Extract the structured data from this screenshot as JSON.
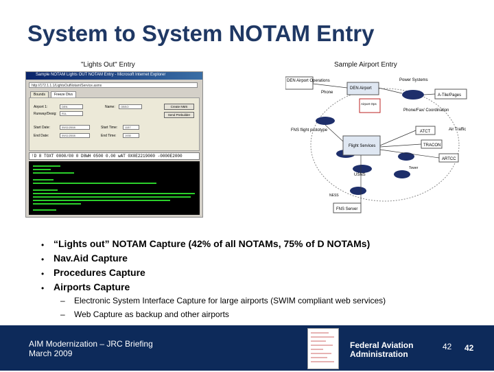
{
  "slide": {
    "title": "System to System NOTAM Entry",
    "caption_left": "\"Lights Out\" Entry",
    "caption_right": "Sample Airport Entry"
  },
  "screenshot": {
    "window_title": "Sample NOTAM Lights OUT NOTAM Entry - Microsoft Internet Explorer",
    "url": "http://172.1.1.1/LightsOutNotam/Service.asmx",
    "tabs": [
      "Bounds",
      "Freeze Dtvs"
    ],
    "form": {
      "airport_label": "Airport 1:",
      "airport_value": "DEN",
      "name_label": "Name:",
      "name_value": "OBSO",
      "runway_label": "Runway/Desig:",
      "runway_value": "R1L",
      "start_date_label": "Start Date:",
      "start_date_value": "09/11/2008",
      "start_time_label": "Start Time:",
      "start_time_value": "1157",
      "end_date_label": "End Date:",
      "end_date_value": "09/11/2008",
      "end_time_label": "End Time:",
      "end_time_value": "1930",
      "button1": "Create NMS",
      "button2": "Send Prebuilder"
    },
    "notam_text": "!D  8 TOXT 0000/00 0 D8WH 0500 0.00 wAT 0X0E2219000 -0000E2000"
  },
  "diagram": {
    "nodes": {
      "den_ops": "DEN Airport Operations",
      "phone": "Phone",
      "den_airport": "DEN Airport",
      "power_systems": "Power Systems",
      "a_tile_pages": "A-Tile/Pages",
      "airport_ops": "Airport Ops",
      "phone_fax": "Phone/Fax/ Coordination",
      "fns_proto": "FNS flight prototype",
      "atct": "ATCT",
      "air_traffic": "Air Traffic",
      "flight_services": "Flight Services",
      "tracon": "TRACON",
      "artcc": "ARTCC",
      "usns": "USNS",
      "tower": "Tower",
      "fns_server": "FNS Server",
      "ness": "NESS"
    }
  },
  "bullets": [
    "“Lights out” NOTAM Capture (42% of all NOTAMs, 75% of D NOTAMs)",
    "Nav.Aid Capture",
    "Procedures Capture",
    "Airports Capture"
  ],
  "sub_bullets": [
    "Electronic System Interface Capture for large airports (SWIM compliant web services)",
    "Web Capture as backup and other airports"
  ],
  "bullet_marker": "•",
  "dash_marker": "–",
  "footer": {
    "left_line1": "AIM Modernization – JRC Briefing",
    "left_line2": "March 2009",
    "faa_line1": "Federal Aviation",
    "faa_line2": "Administration",
    "page_number": "42",
    "page_number_2": "42"
  },
  "colors": {
    "title": "#1f3864",
    "footer_bg": "#0d2a5a",
    "console_text": "#2bd12b"
  }
}
